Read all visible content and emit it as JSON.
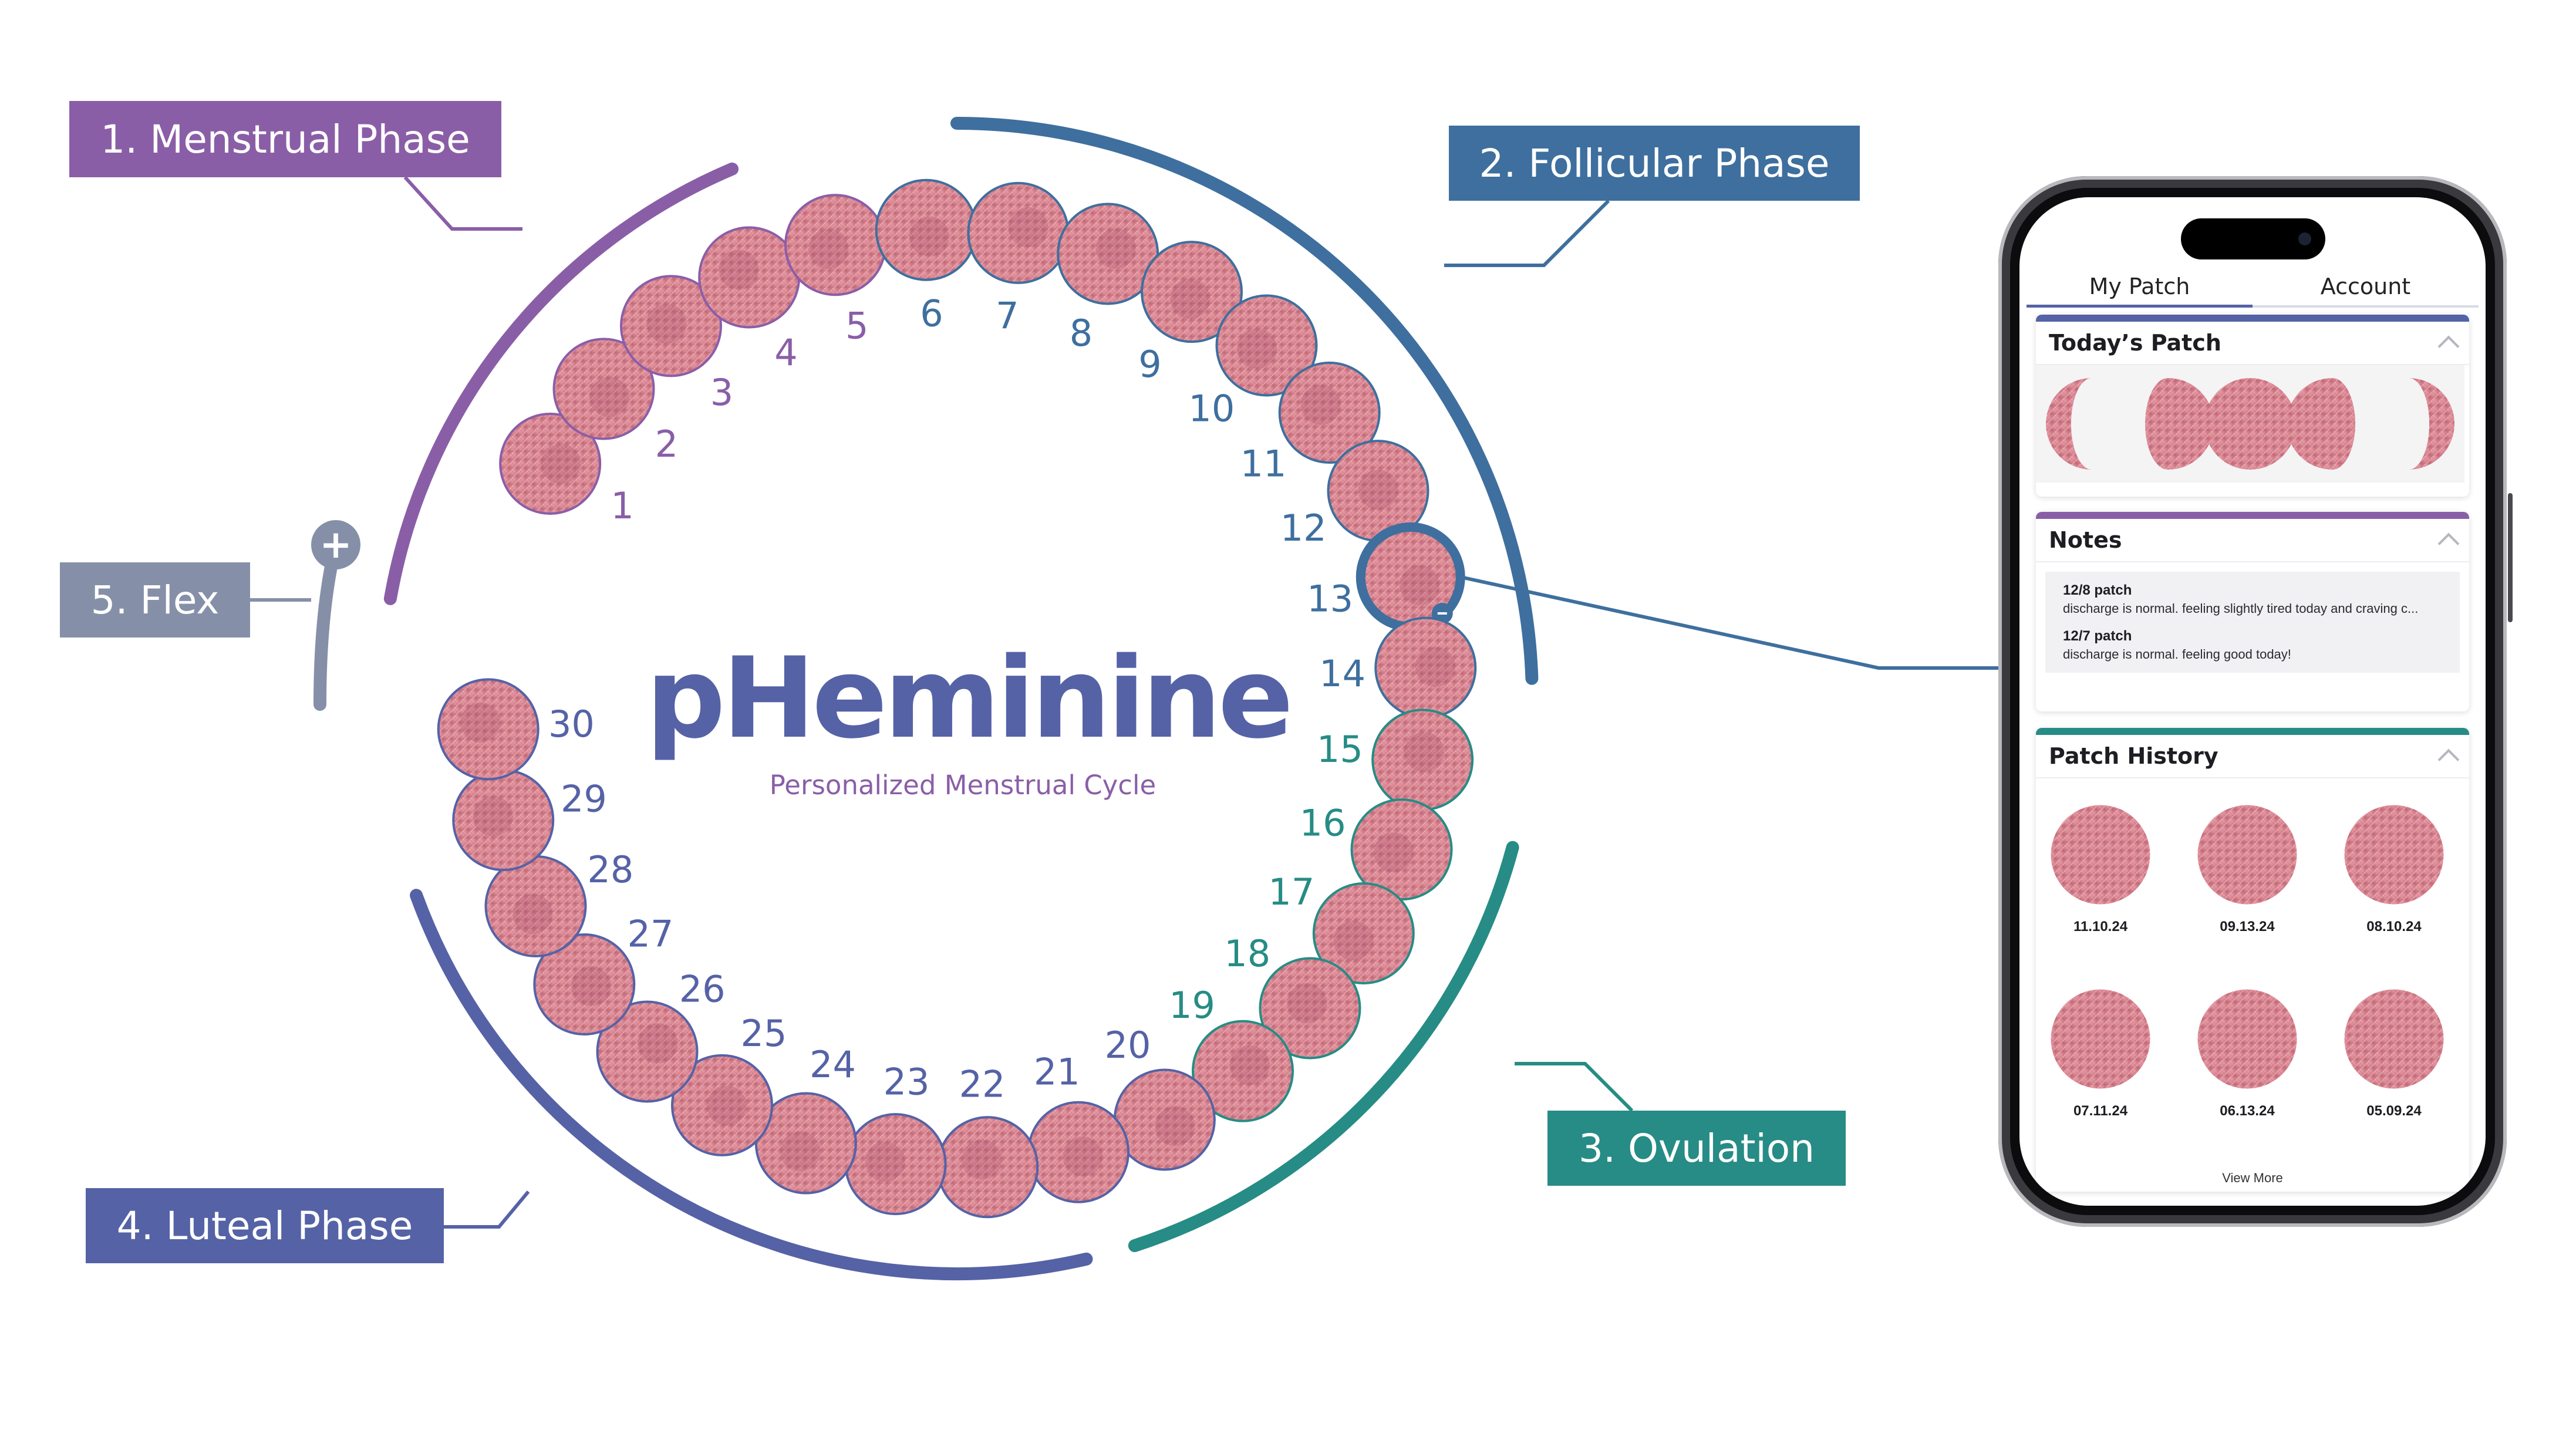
{
  "brand": {
    "name": "pHeminine",
    "tagline": "Personalized Menstrual Cycle"
  },
  "colors": {
    "menstrual": "#8a5ea7",
    "follicular": "#3e6f9e",
    "ovulation": "#268c85",
    "luteal": "#5562a6",
    "flex": "#8590a8",
    "patch_fill": "#d9838f",
    "patch_dark": "#a5506a"
  },
  "phases": [
    {
      "label": "1. Menstrual Phase",
      "key": "menstrual"
    },
    {
      "label": "2. Follicular Phase",
      "key": "follicular"
    },
    {
      "label": "3. Ovulation",
      "key": "ovulation"
    },
    {
      "label": "4. Luteal Phase",
      "key": "luteal"
    },
    {
      "label": "5. Flex",
      "key": "flex"
    }
  ],
  "cycle": {
    "days": [
      {
        "day": "1",
        "phase": "menstrual"
      },
      {
        "day": "2",
        "phase": "menstrual"
      },
      {
        "day": "3",
        "phase": "menstrual"
      },
      {
        "day": "4",
        "phase": "menstrual"
      },
      {
        "day": "5",
        "phase": "menstrual"
      },
      {
        "day": "6",
        "phase": "follicular"
      },
      {
        "day": "7",
        "phase": "follicular"
      },
      {
        "day": "8",
        "phase": "follicular"
      },
      {
        "day": "9",
        "phase": "follicular"
      },
      {
        "day": "10",
        "phase": "follicular"
      },
      {
        "day": "11",
        "phase": "follicular"
      },
      {
        "day": "12",
        "phase": "follicular"
      },
      {
        "day": "13",
        "phase": "follicular"
      },
      {
        "day": "14",
        "phase": "follicular"
      },
      {
        "day": "15",
        "phase": "ovulation"
      },
      {
        "day": "16",
        "phase": "ovulation"
      },
      {
        "day": "17",
        "phase": "ovulation"
      },
      {
        "day": "18",
        "phase": "ovulation"
      },
      {
        "day": "19",
        "phase": "ovulation"
      },
      {
        "day": "20",
        "phase": "luteal"
      },
      {
        "day": "21",
        "phase": "luteal"
      },
      {
        "day": "22",
        "phase": "luteal"
      },
      {
        "day": "23",
        "phase": "luteal"
      },
      {
        "day": "24",
        "phase": "luteal"
      },
      {
        "day": "25",
        "phase": "luteal"
      },
      {
        "day": "26",
        "phase": "luteal"
      },
      {
        "day": "27",
        "phase": "luteal"
      },
      {
        "day": "28",
        "phase": "luteal"
      },
      {
        "day": "29",
        "phase": "luteal"
      },
      {
        "day": "30",
        "phase": "luteal"
      }
    ],
    "highlighted_day": "13",
    "flex_symbol": "+"
  },
  "app": {
    "tabs": [
      {
        "label": "My Patch",
        "active": true
      },
      {
        "label": "Account",
        "active": false
      }
    ],
    "todays_patch": {
      "title": "Today’s Patch"
    },
    "notes": {
      "title": "Notes",
      "items": [
        {
          "title": "12/8 patch",
          "body": "discharge is normal. feeling slightly tired today and craving c..."
        },
        {
          "title": "12/7 patch",
          "body": "discharge is normal. feeling good today!"
        }
      ]
    },
    "history": {
      "title": "Patch History",
      "items": [
        {
          "date": "11.10.24"
        },
        {
          "date": "09.13.24"
        },
        {
          "date": "08.10.24"
        },
        {
          "date": "07.11.24"
        },
        {
          "date": "06.13.24"
        },
        {
          "date": "05.09.24"
        }
      ],
      "view_more": "View More"
    }
  }
}
